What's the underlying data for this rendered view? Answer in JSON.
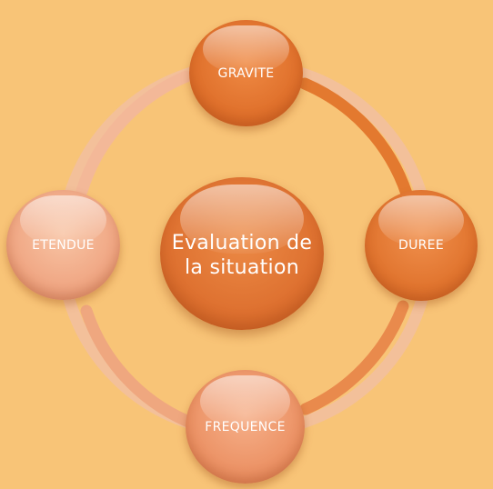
{
  "diagram": {
    "center_label": "Evaluation de la situation",
    "nodes": [
      {
        "label": "GRAVITE"
      },
      {
        "label": "DUREE"
      },
      {
        "label": "FREQUENCE"
      },
      {
        "label": "ETENDUE"
      }
    ]
  },
  "colors": {
    "background": "#f8c477",
    "primary_orange": "#e0712c",
    "light_peach": "#f0a784",
    "ring_dark": "#e47a37",
    "ring_light": "#f1b089"
  }
}
